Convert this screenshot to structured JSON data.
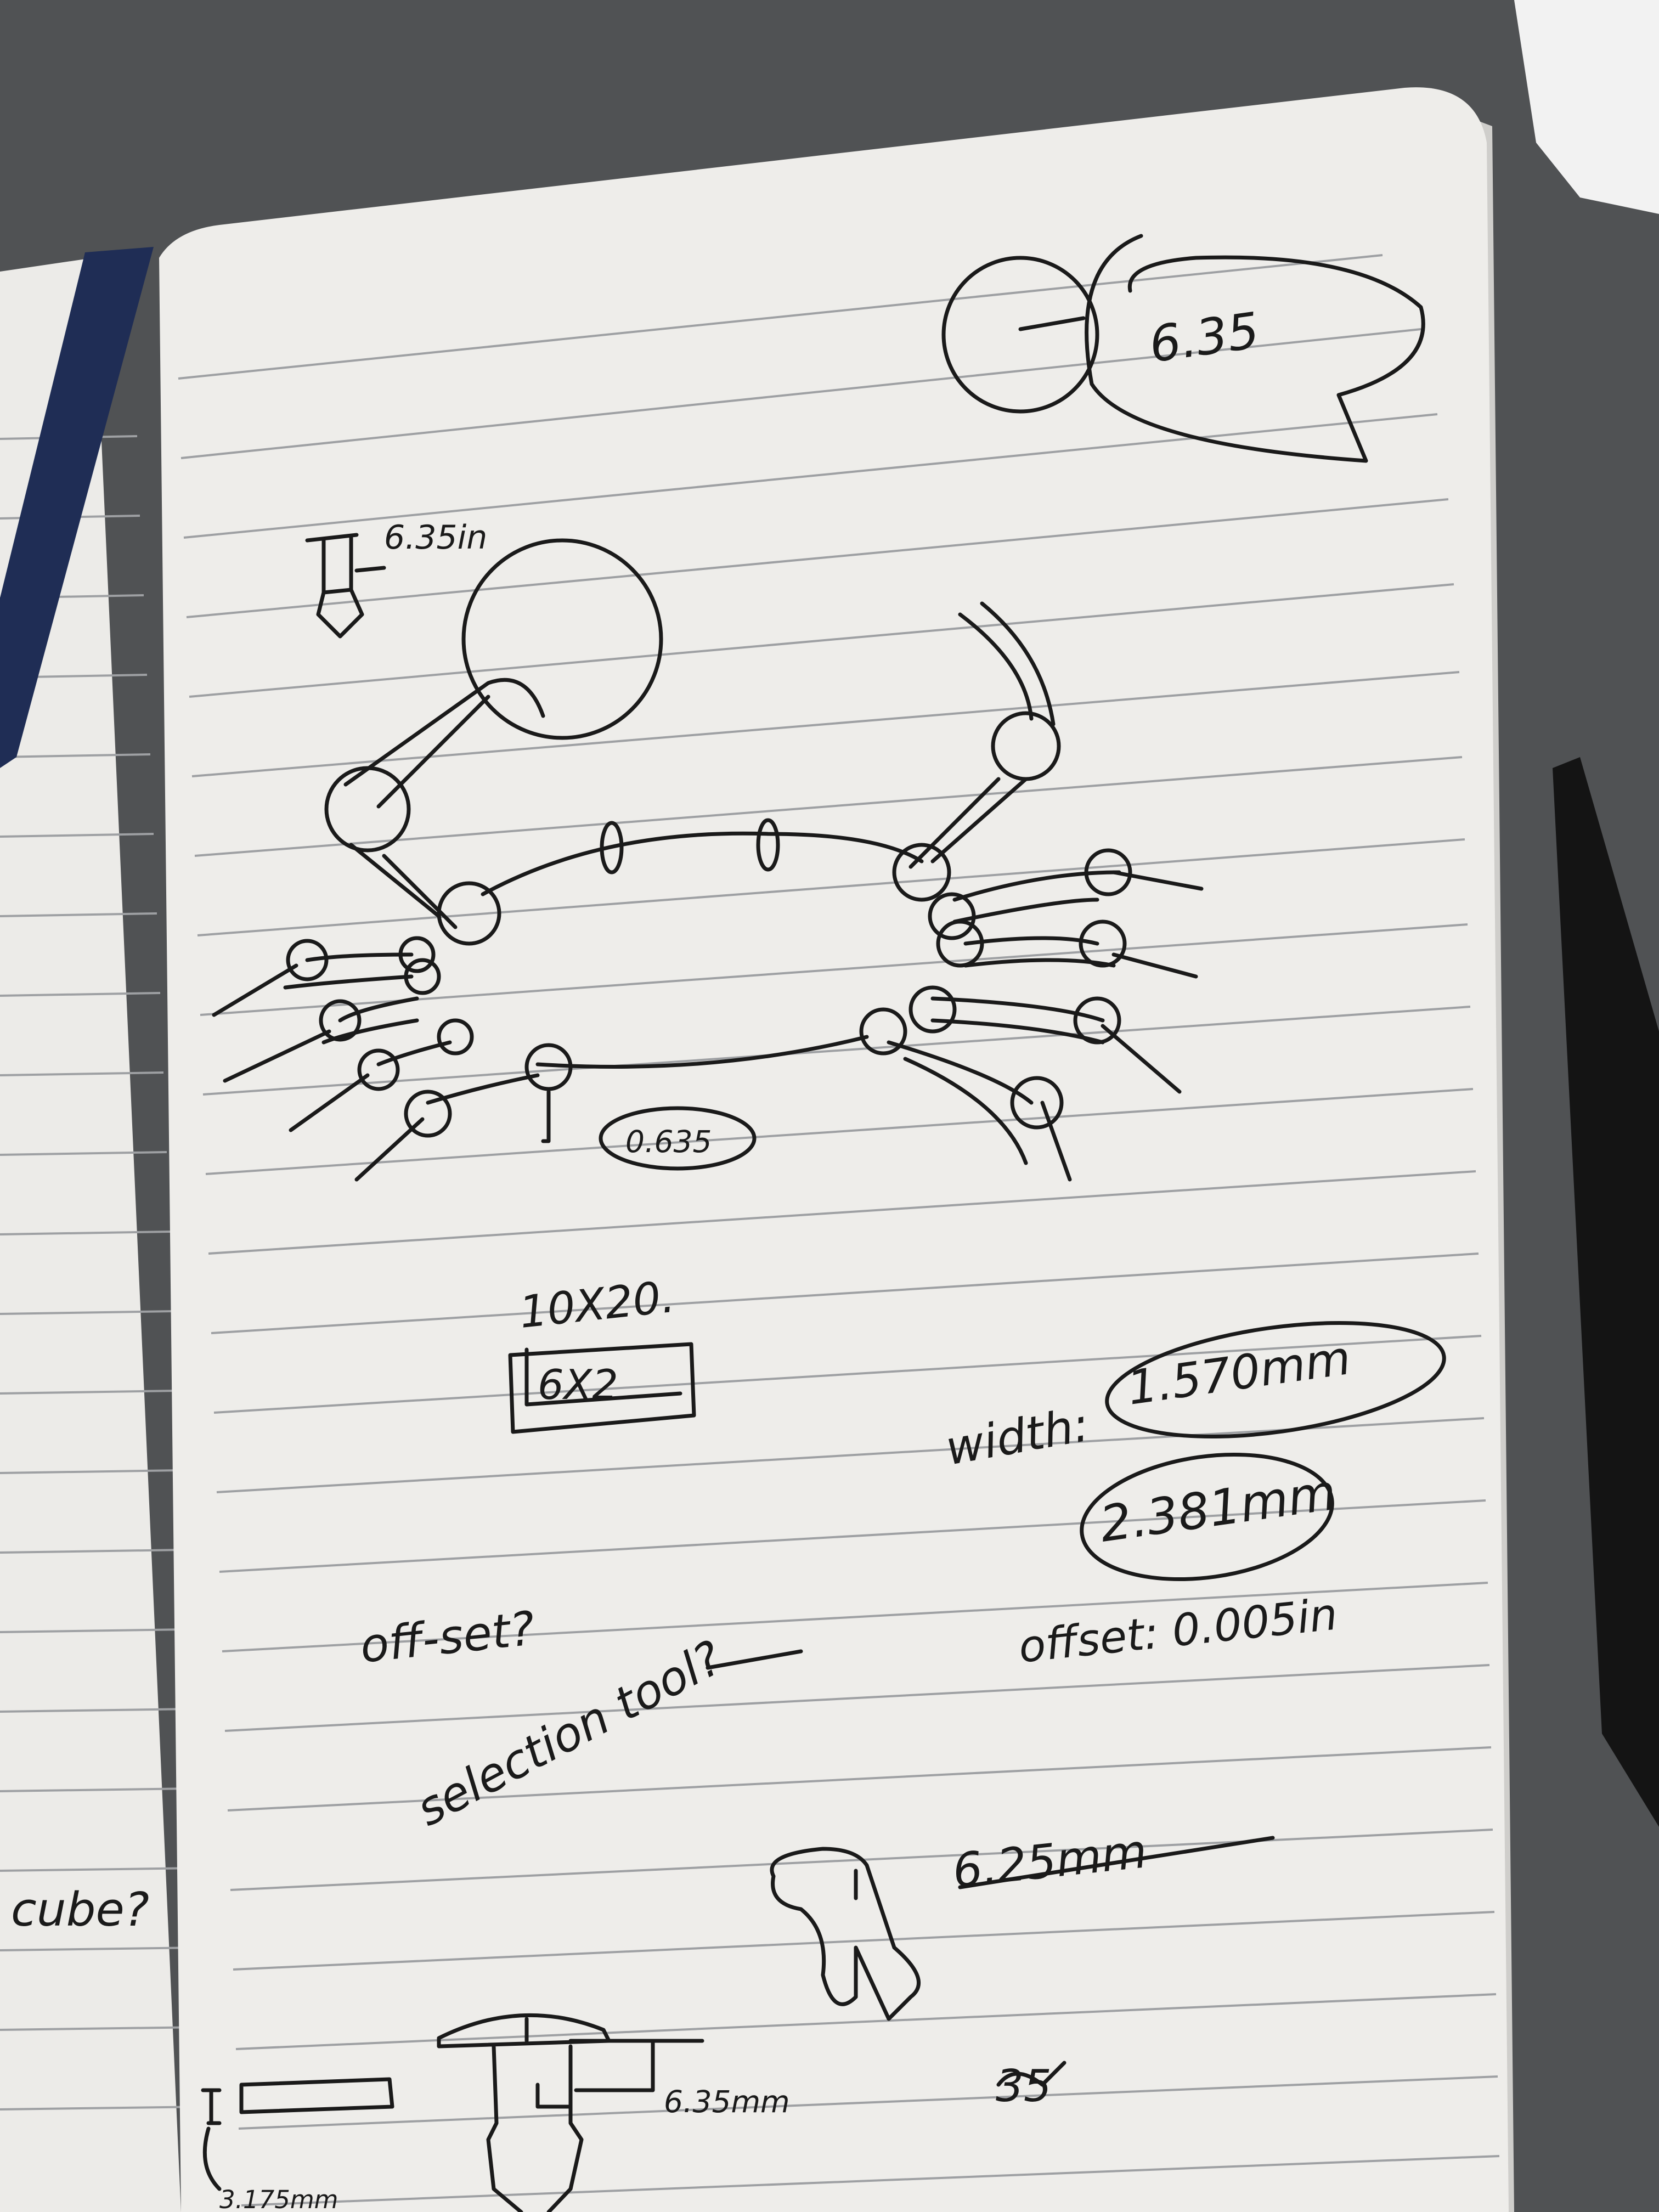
{
  "colors": {
    "table": "#505254",
    "page": "#eeedea",
    "page_shadow": "#d9d8d4",
    "line": "#9ea0a3",
    "ink": "#1a1a1a",
    "notebook_cover": "#1f2d55",
    "elastic_band": "#141414"
  },
  "notes": {
    "top_circle_label": "6.35",
    "tool_top_label": "6.35in",
    "ball_label": "0.635",
    "grid_top": "10X20.",
    "grid_box": "6X2",
    "width_label": "width:",
    "width_1": "1.570mm",
    "width_2": "2.381mm",
    "offset_label": "offset: 0.005in",
    "offset_question": "off-set?",
    "selection_tool": "selection tool?",
    "crossed_mm": "6.25mm",
    "bit_label": "6.35mm",
    "small_bit_label": "3.175mm",
    "crossed_number": "35",
    "left_page_word": "cube?"
  }
}
